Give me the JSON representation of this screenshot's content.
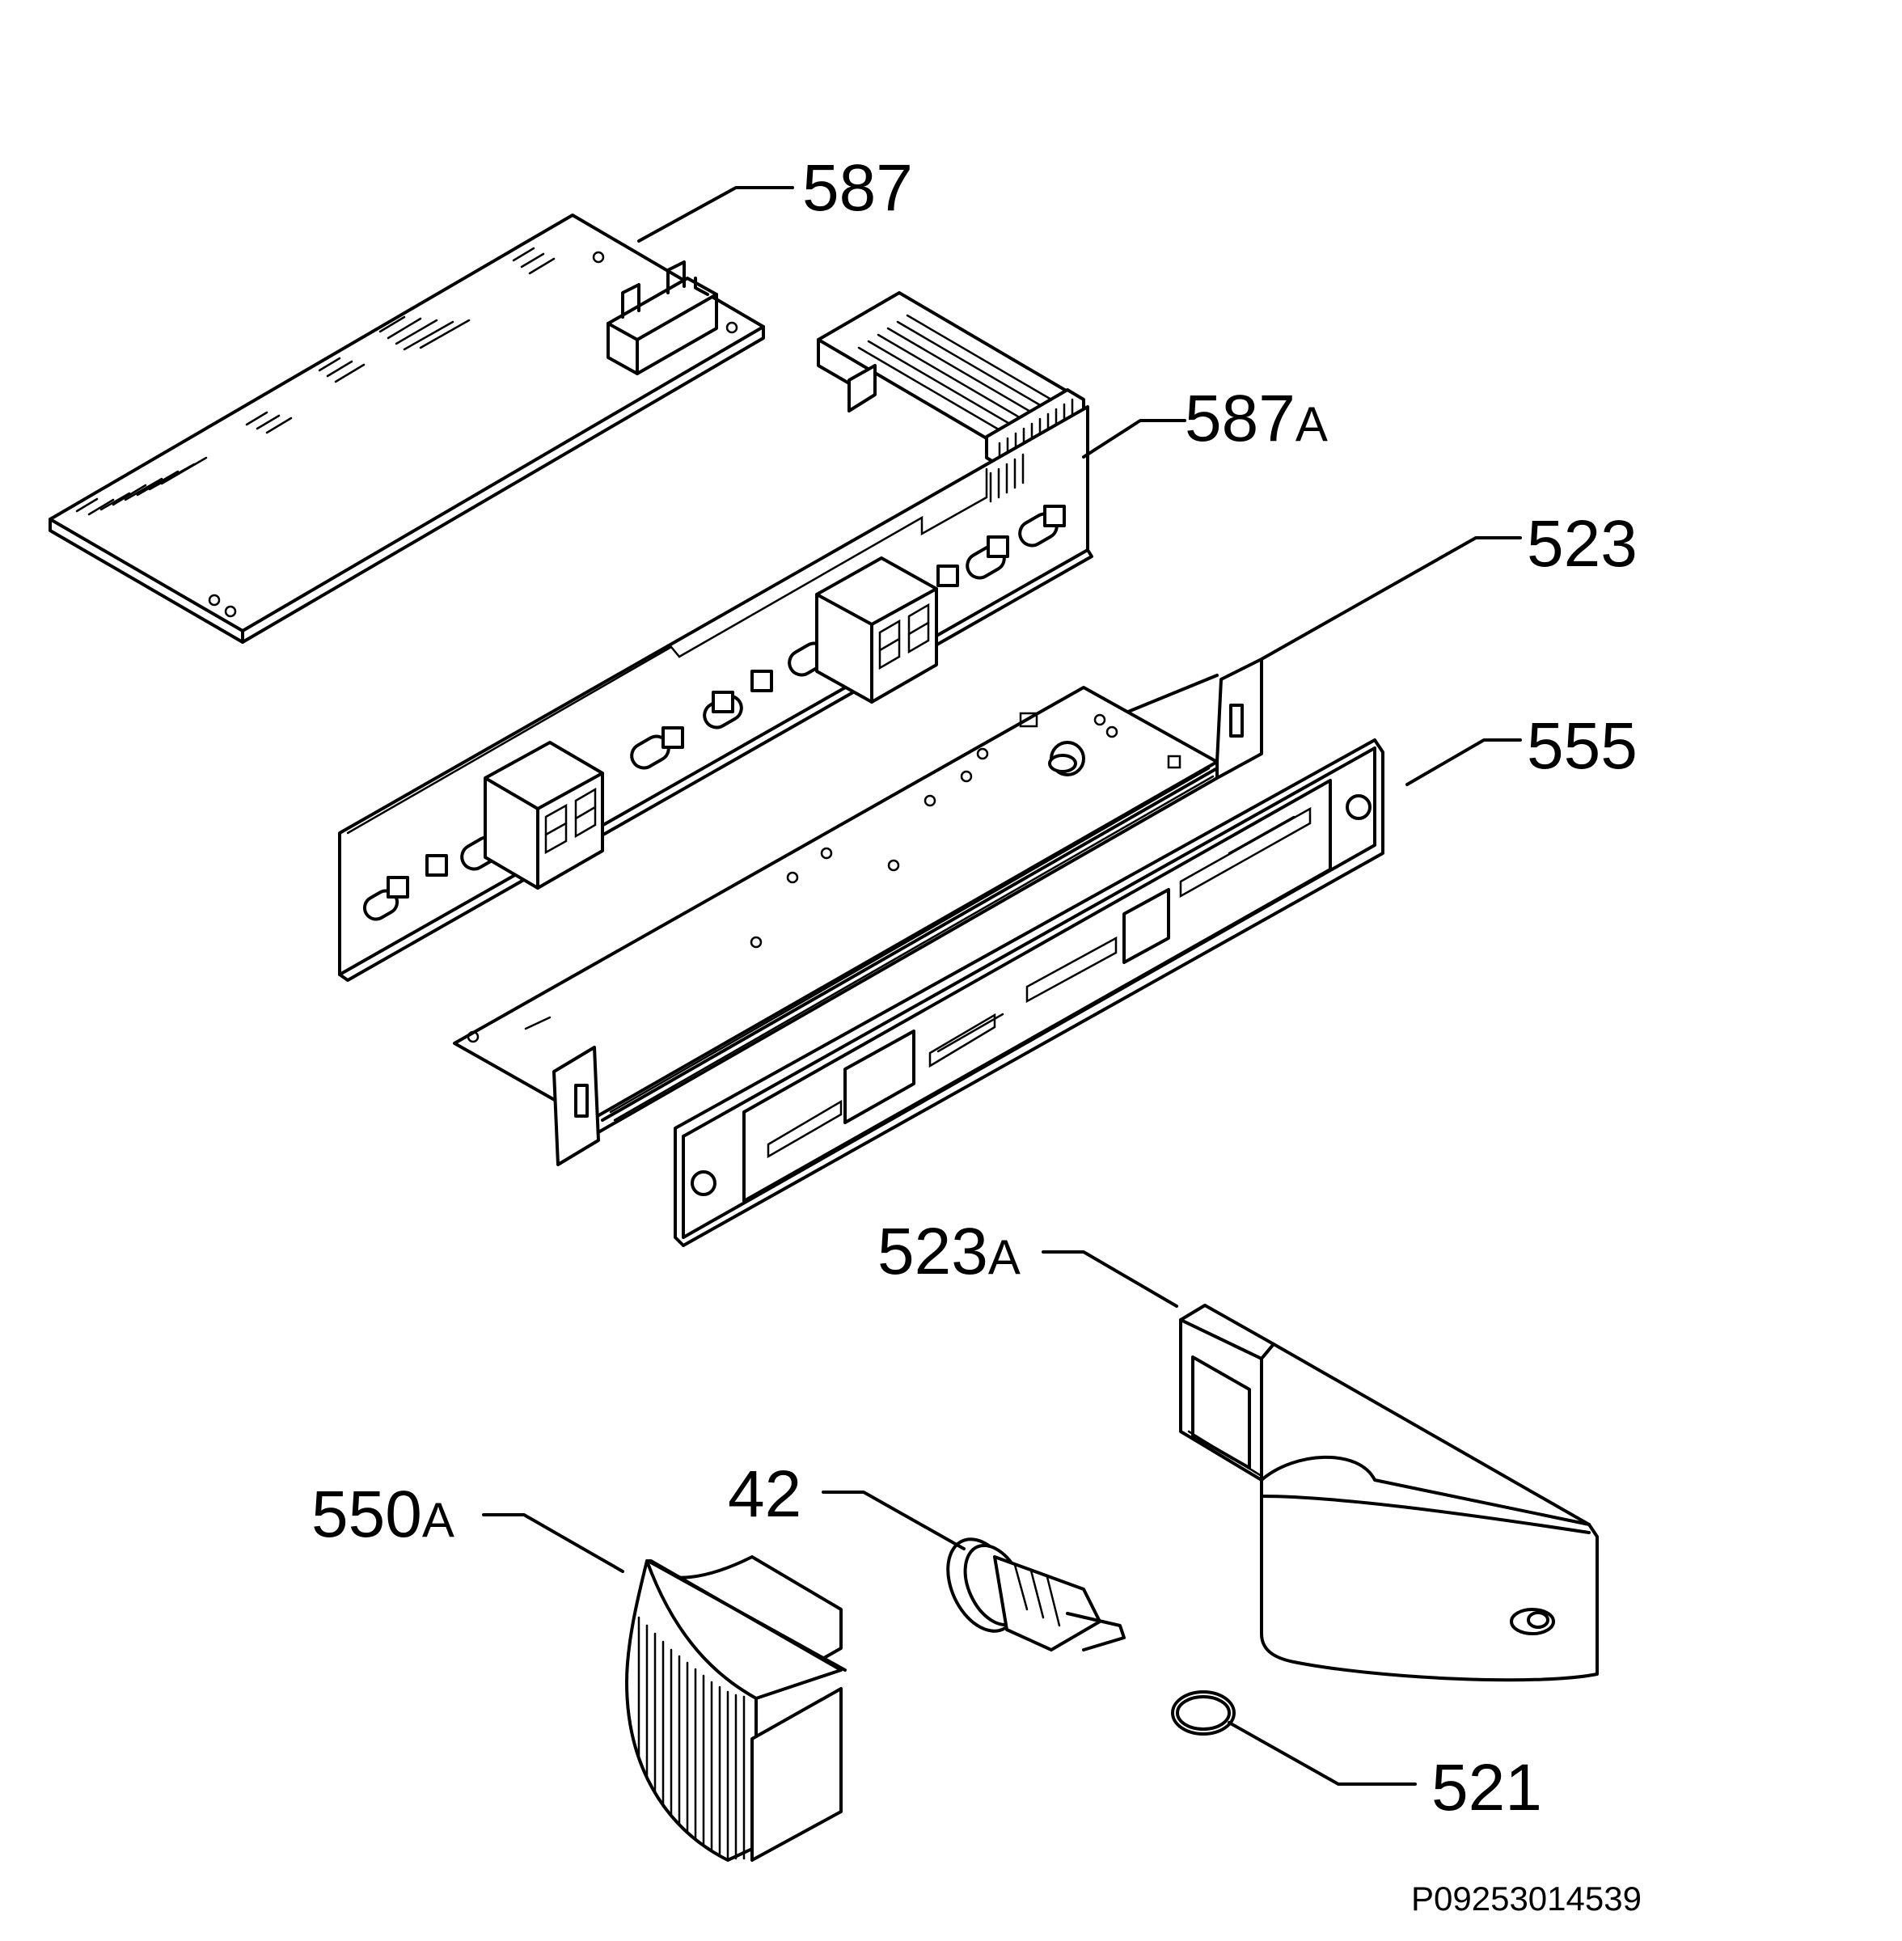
{
  "diagram": {
    "labels": {
      "587": "587",
      "587A": {
        "num": "587",
        "suffix": "A"
      },
      "523": "523",
      "555": "555",
      "523A": {
        "num": "523",
        "suffix": "A"
      },
      "550A": {
        "num": "550",
        "suffix": "A"
      },
      "42": "42",
      "521": "521"
    },
    "reference_code": "P09253014539"
  }
}
